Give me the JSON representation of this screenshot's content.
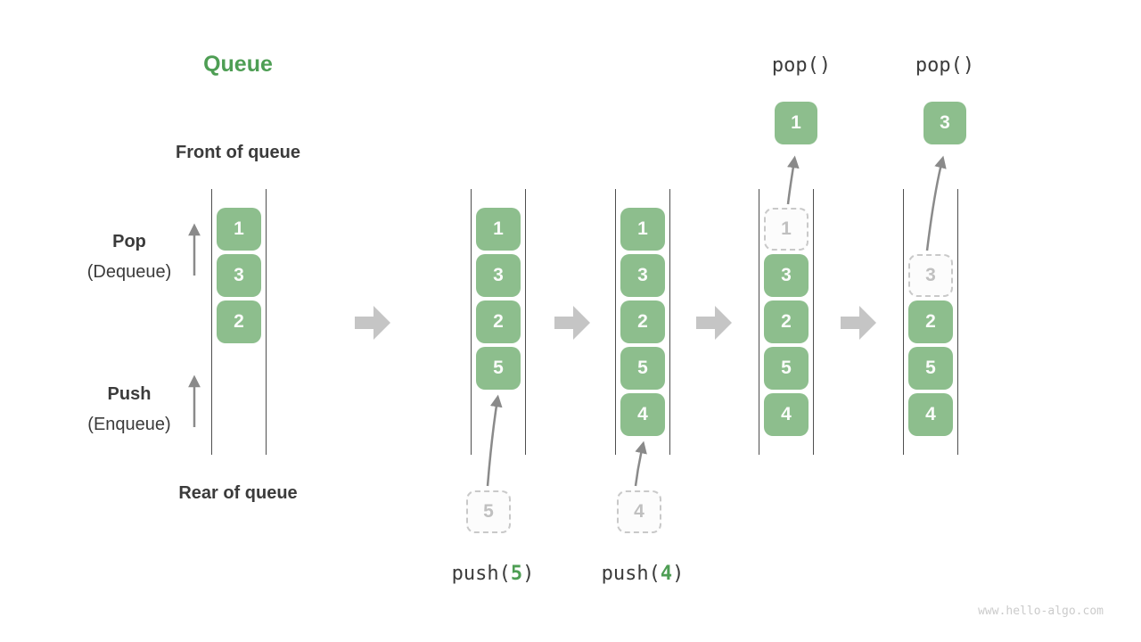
{
  "page": {
    "title": "Queue",
    "watermark": "www.hello-algo.com"
  },
  "labels": {
    "front": "Front of queue",
    "rear": "Rear of queue",
    "pop": "Pop",
    "pop_sub": "(Dequeue)",
    "push": "Push",
    "push_sub": "(Enqueue)"
  },
  "colors": {
    "accent_green": "#4E9E54",
    "box_green": "#8DBE8D",
    "text_dark": "#3B3B3B",
    "flow_arrow_gray": "#C5C5C5",
    "thin_arrow_gray": "#8A8A8A",
    "dashed_gray": "#C9C9C9"
  },
  "states": [
    {
      "slots": [
        {
          "value": "1",
          "style": "solid"
        },
        {
          "value": "3",
          "style": "solid"
        },
        {
          "value": "2",
          "style": "solid"
        }
      ]
    },
    {
      "slots": [
        {
          "value": "1",
          "style": "solid"
        },
        {
          "value": "3",
          "style": "solid"
        },
        {
          "value": "2",
          "style": "solid"
        },
        {
          "value": "5",
          "style": "solid"
        }
      ],
      "incoming": {
        "value": "5"
      },
      "op": {
        "prefix": "push(",
        "arg": "5",
        "suffix": ")"
      }
    },
    {
      "slots": [
        {
          "value": "1",
          "style": "solid"
        },
        {
          "value": "3",
          "style": "solid"
        },
        {
          "value": "2",
          "style": "solid"
        },
        {
          "value": "5",
          "style": "solid"
        },
        {
          "value": "4",
          "style": "solid"
        }
      ],
      "incoming": {
        "value": "4"
      },
      "op": {
        "prefix": "push(",
        "arg": "4",
        "suffix": ")"
      }
    },
    {
      "slots": [
        {
          "value": "1",
          "style": "dashed"
        },
        {
          "value": "3",
          "style": "solid"
        },
        {
          "value": "2",
          "style": "solid"
        },
        {
          "value": "5",
          "style": "solid"
        },
        {
          "value": "4",
          "style": "solid"
        }
      ],
      "popped": {
        "value": "1"
      },
      "op": {
        "label": "pop()"
      }
    },
    {
      "slots": [
        null,
        {
          "value": "3",
          "style": "dashed"
        },
        {
          "value": "2",
          "style": "solid"
        },
        {
          "value": "5",
          "style": "solid"
        },
        {
          "value": "4",
          "style": "solid"
        }
      ],
      "popped": {
        "value": "3"
      },
      "op": {
        "label": "pop()"
      }
    }
  ]
}
